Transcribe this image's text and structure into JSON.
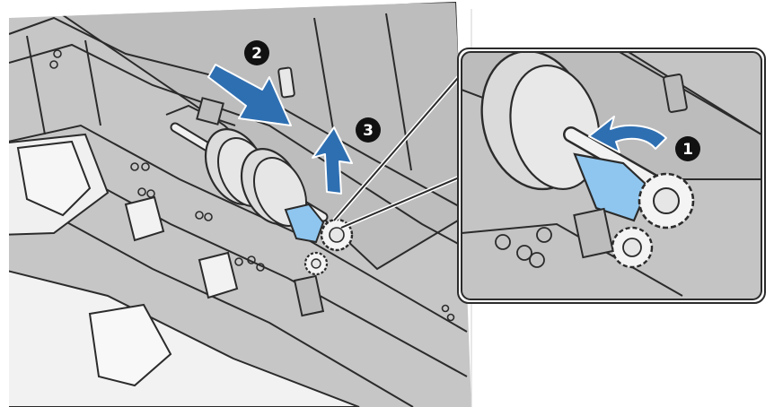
{
  "steps": [
    {
      "number": "1",
      "action": "release-lever-arrow"
    },
    {
      "number": "2",
      "action": "slide-roller-arrow"
    },
    {
      "number": "3",
      "action": "lift-roller-arrow"
    }
  ],
  "colors": {
    "body": "#c8c8c8",
    "body_dark": "#b2b2b2",
    "line": "#2b2b2b",
    "white_part": "#f2f2f2",
    "roller": "#e3e3e3",
    "arrow_blue": "#2e6fb2",
    "lever_blue": "#8fc6ef",
    "badge": "#111111",
    "inset_bg": "#c4c4c4"
  },
  "icons": [
    "step-badge-icon",
    "blue-arrow-icon",
    "pickup-roller-icon",
    "gear-icon"
  ]
}
